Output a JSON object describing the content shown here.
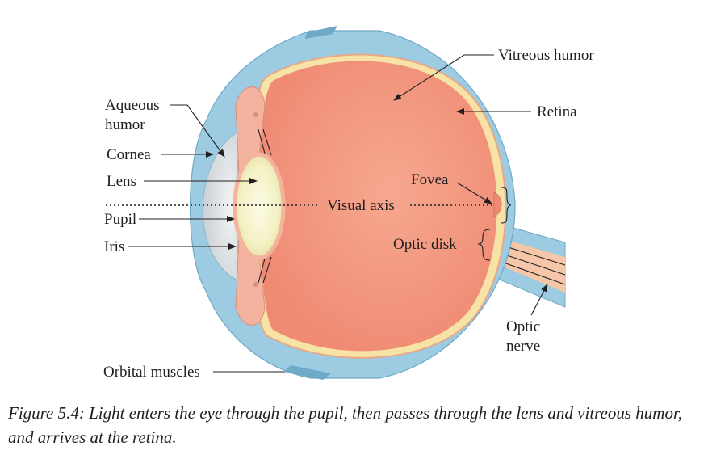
{
  "labels": {
    "vitreous_humor": "Vitreous humor",
    "retina": "Retina",
    "aqueous_humor_line1": "Aqueous",
    "aqueous_humor_line2": "humor",
    "cornea": "Cornea",
    "lens": "Lens",
    "fovea": "Fovea",
    "visual_axis": "Visual axis",
    "pupil": "Pupil",
    "iris": "Iris",
    "optic_disk": "Optic disk",
    "optic_nerve_line1": "Optic",
    "optic_nerve_line2": "nerve",
    "orbital_muscles": "Orbital muscles"
  },
  "caption": {
    "label": "Figure 5.4:",
    "text": "Light enters the eye through the pupil, then passes through the lens and vitreous humor, and arrives at the retina."
  },
  "colors": {
    "sclera": "#9ccbe2",
    "sclera_edge": "#6fa9c8",
    "vitreous": "#f2907b",
    "retina": "#f7e3a6",
    "lens": "#f7f5c8",
    "cornea": "#dfe3e6",
    "iris": "#f4b39e"
  }
}
